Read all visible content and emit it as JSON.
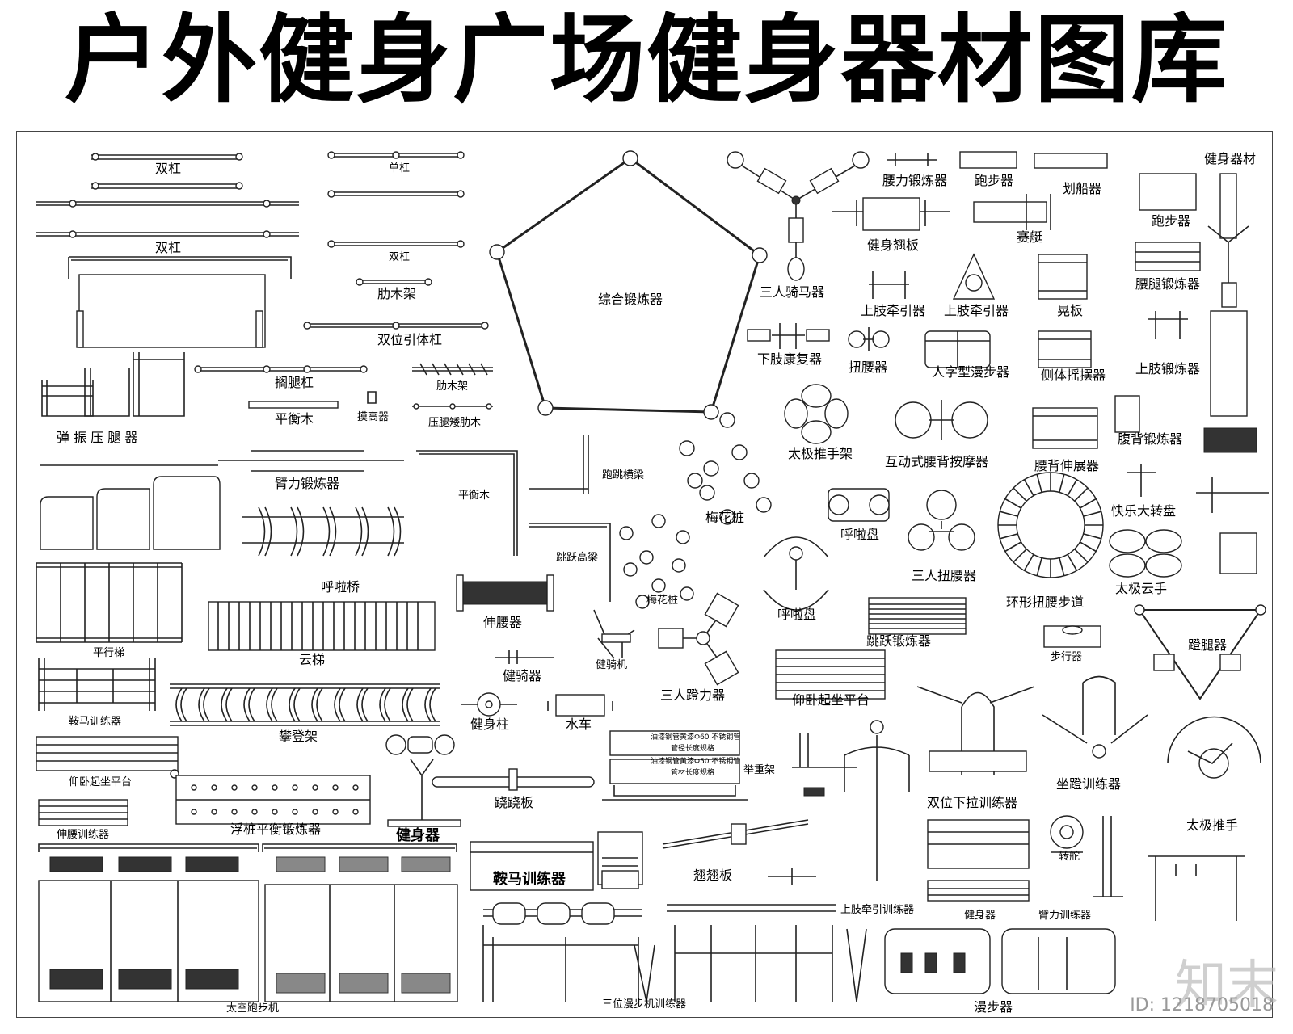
{
  "title": "户外健身广场健身器材图库",
  "labels": {
    "shuanggang1": "双杠",
    "shuanggang2": "双杠",
    "dangang": "单杠",
    "shuanggang3": "双杠",
    "leimujia": "肋木架",
    "shuangwei": "双位引体杠",
    "gelegang": "搁腿杠",
    "leimujia2": "肋木架",
    "pinghengmu": "平衡木",
    "monggao": "摸高器",
    "yatui": "压腿矮肋木",
    "tanzhen": "弹 振 压 腿 器",
    "bili": "臂力锻炼器",
    "pinghengmu2": "平衡木",
    "huhaqiao": "呼啦桥",
    "pingxingti": "平行梯",
    "yunti": "云梯",
    "anma": "鞍马训练器",
    "pandengjia": "攀登架",
    "yangwo1": "仰卧起坐平台",
    "fuzhuang": "浮桩平衡锻炼器",
    "shenyao1": "伸腰训练器",
    "jianshenqi1": "健身器",
    "taikong": "太空跑步机",
    "zonghe": "综合锻炼器",
    "paotiao": "跑跳横梁",
    "paotiaogao": "跳跃高梁",
    "shenyao2": "伸腰器",
    "jianqiqi": "健骑器",
    "jianqiji": "健骑机",
    "jianshenzhu": "健身柱",
    "shuiche": "水车",
    "qiaoqiao": "跷跷板",
    "anma2": "鞍马训练器",
    "meihua1": "梅花桩",
    "meihua2": "梅花桩",
    "sanrendengli": "三人蹬力器",
    "qiaoqiaoban": "翘翘板",
    "sanwei": "三位漫步机训练器",
    "juzhongjia": "举重架",
    "sanrenqima": "三人骑马器",
    "xiazhi": "下肢康复器",
    "niuyao": "扭腰器",
    "taiji": "太极推手架",
    "hula1": "呼啦盘",
    "hula2": "呼啦盘",
    "yangwo2": "仰卧起坐平台",
    "yaoli": "腰力锻炼器",
    "paobu1": "跑步器",
    "huachuan": "划船器",
    "jianshenqicai": "健身器材",
    "jianshenqiaoban": "健身翘板",
    "saiting": "赛艇",
    "paobu2": "跑步器",
    "shangzhi1": "上肢牵引器",
    "shangzhi2": "上肢牵引器",
    "huangban": "晃板",
    "yaotui": "腰腿锻炼器",
    "renzi": "人字型漫步器",
    "ceti": "侧体摇摆器",
    "shangzhiduan": "上肢锻炼器",
    "hudong": "互动式腰背按摩器",
    "yaobei": "腰背伸展器",
    "fubei": "腹背锻炼器",
    "kuaile": "快乐大转盘",
    "sanrenniu": "三人扭腰器",
    "huanxing": "环形扭腰步道",
    "taijiyun": "太极云手",
    "tiaoyue": "跳跃锻炼器",
    "buxing": "步行器",
    "dengtui": "蹬腿器",
    "shuangweixia": "双位下拉训练器",
    "zuodeng": "坐蹬训练器",
    "taijituishou": "太极推手",
    "zhuanduo": "转舵",
    "shangzhiqianyin": "上肢牵引训练器",
    "jianshenqi2": "健身器",
    "bilixun": "臂力训练器",
    "manbu": "漫步器",
    "waistext": "腰腿锻炼器"
  },
  "notes": {
    "n1": "油漆钢管黄漆Φ60 不锈钢管",
    "n2": "油漆钢管黄漆Φ50 不锈钢管",
    "n3": "管径长度规格",
    "n4": "管材长度规格"
  },
  "watermark": "知末",
  "id_text": "ID: 1218705018"
}
